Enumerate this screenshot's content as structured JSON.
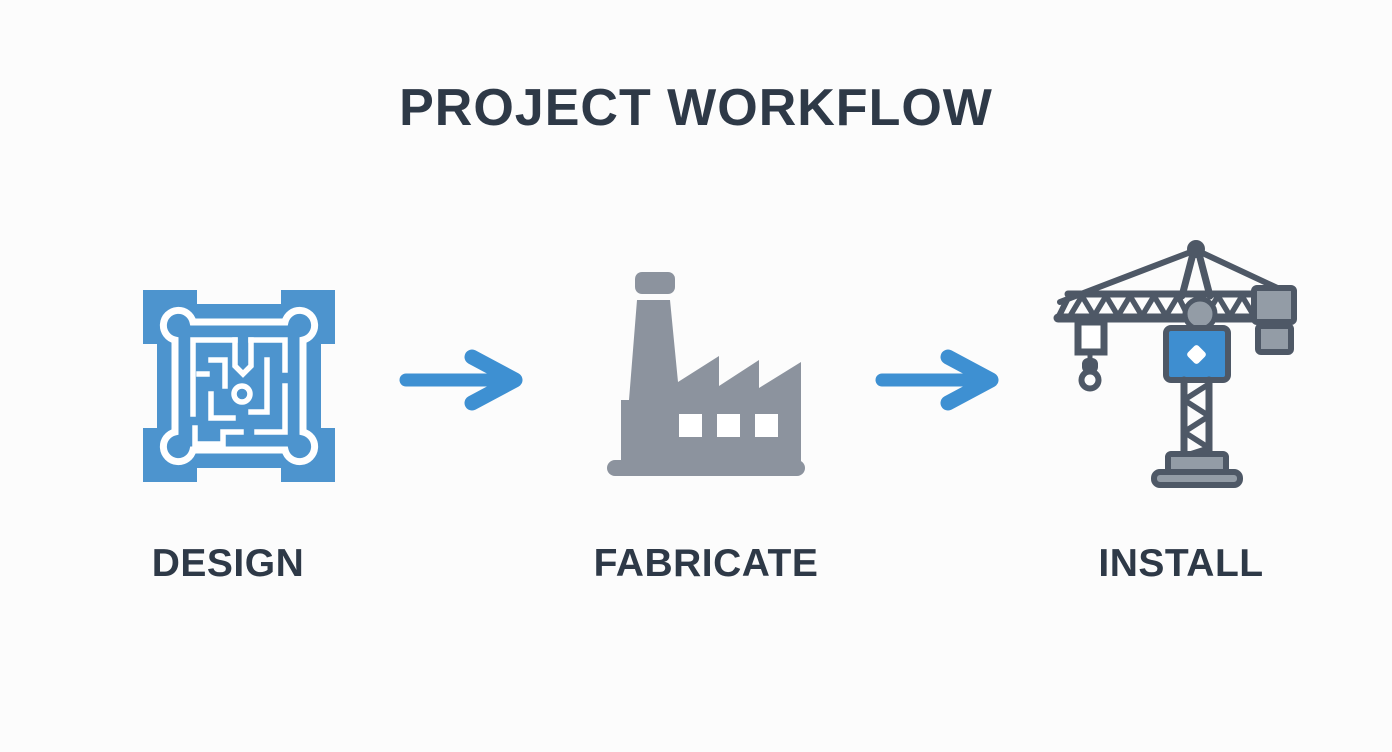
{
  "title": "PROJECT WORKFLOW",
  "workflow": {
    "steps": [
      {
        "id": "design",
        "label": "DESIGN",
        "icon": "blueprint-floor-plan-icon"
      },
      {
        "id": "fabricate",
        "label": "FABRICATE",
        "icon": "factory-icon"
      },
      {
        "id": "install",
        "label": "INSTALL",
        "icon": "tower-crane-icon"
      }
    ],
    "connector_icon": "arrow-right-icon"
  },
  "colors": {
    "background": "#FCFCFC",
    "text-dark": "#2E3947",
    "blueprint-blue": "#4D94CE",
    "arrow-blue": "#3E90D2",
    "factory-gray": "#8C939E",
    "crane-dark": "#4E5866",
    "crane-gray": "#939CA6",
    "crane-blue": "#3E8ED0"
  }
}
